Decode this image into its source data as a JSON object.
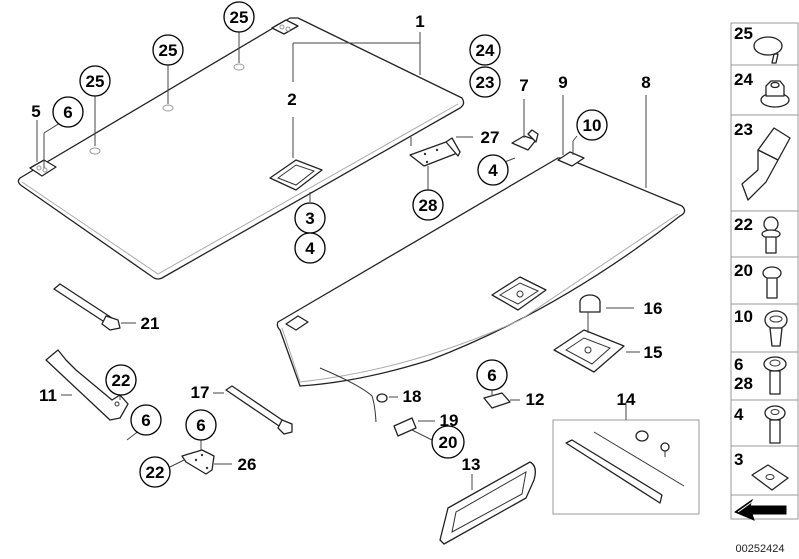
{
  "diagram": {
    "title": "Parts diagram - luggage compartment floor panels / trim",
    "document_number": "00252424",
    "callouts": [
      {
        "id": "c1",
        "label": "1",
        "circled": false
      },
      {
        "id": "c2",
        "label": "2",
        "circled": false
      },
      {
        "id": "c3",
        "label": "3",
        "circled": true
      },
      {
        "id": "c4a",
        "label": "4",
        "circled": true
      },
      {
        "id": "c4b",
        "label": "4",
        "circled": true
      },
      {
        "id": "c5",
        "label": "5",
        "circled": false
      },
      {
        "id": "c6a",
        "label": "6",
        "circled": true
      },
      {
        "id": "c6b",
        "label": "6",
        "circled": true
      },
      {
        "id": "c6c",
        "label": "6",
        "circled": true
      },
      {
        "id": "c6d",
        "label": "6",
        "circled": true
      },
      {
        "id": "c7",
        "label": "7",
        "circled": false
      },
      {
        "id": "c8",
        "label": "8",
        "circled": false
      },
      {
        "id": "c9",
        "label": "9",
        "circled": false
      },
      {
        "id": "c10",
        "label": "10",
        "circled": true
      },
      {
        "id": "c11",
        "label": "11",
        "circled": false
      },
      {
        "id": "c12",
        "label": "12",
        "circled": false
      },
      {
        "id": "c13",
        "label": "13",
        "circled": false
      },
      {
        "id": "c14",
        "label": "14",
        "circled": false
      },
      {
        "id": "c15",
        "label": "15",
        "circled": false
      },
      {
        "id": "c16",
        "label": "16",
        "circled": false
      },
      {
        "id": "c17",
        "label": "17",
        "circled": false
      },
      {
        "id": "c18",
        "label": "18",
        "circled": false
      },
      {
        "id": "c19",
        "label": "19",
        "circled": false
      },
      {
        "id": "c20",
        "label": "20",
        "circled": true
      },
      {
        "id": "c21",
        "label": "21",
        "circled": false
      },
      {
        "id": "c22a",
        "label": "22",
        "circled": true
      },
      {
        "id": "c22b",
        "label": "22",
        "circled": true
      },
      {
        "id": "c23",
        "label": "23",
        "circled": true
      },
      {
        "id": "c24",
        "label": "24",
        "circled": true
      },
      {
        "id": "c25a",
        "label": "25",
        "circled": true
      },
      {
        "id": "c25b",
        "label": "25",
        "circled": true
      },
      {
        "id": "c25c",
        "label": "25",
        "circled": true
      },
      {
        "id": "c26",
        "label": "26",
        "circled": false
      },
      {
        "id": "c27",
        "label": "27",
        "circled": false
      },
      {
        "id": "c28",
        "label": "28",
        "circled": true
      }
    ],
    "side_panel": [
      {
        "label": "25",
        "part": "clip-cap-icon"
      },
      {
        "label": "24",
        "part": "flange-nut-icon"
      },
      {
        "label": "23",
        "part": "spring-clip-icon"
      },
      {
        "label": "22",
        "part": "ball-stud-icon"
      },
      {
        "label": "20",
        "part": "screw-icon"
      },
      {
        "label": "10",
        "part": "expanding-rivet-icon"
      },
      {
        "label": "6\n28",
        "label_lines": [
          "6",
          "28"
        ],
        "part": "washer-screw-icon"
      },
      {
        "label": "4",
        "part": "bolt-icon"
      },
      {
        "label": "3",
        "part": "square-washer-icon"
      },
      {
        "label": "",
        "part": "front-direction-arrow-icon"
      }
    ]
  }
}
